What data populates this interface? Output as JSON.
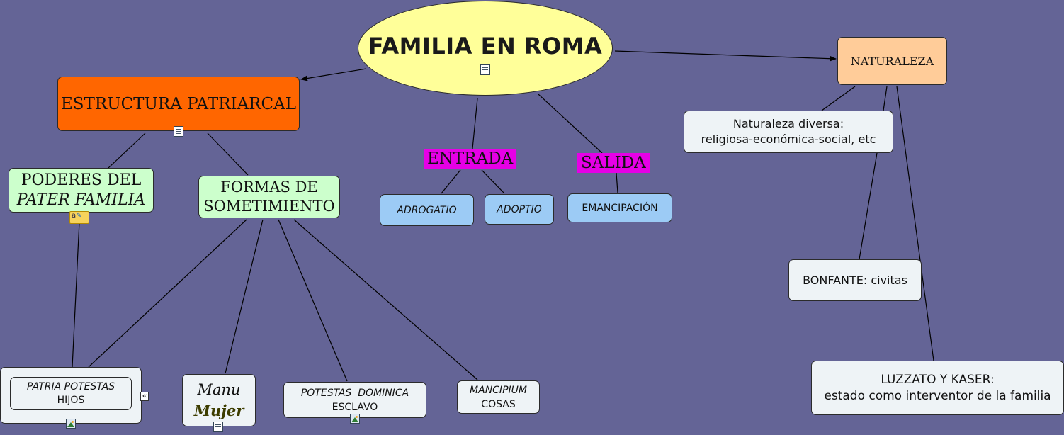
{
  "root": {
    "title": "FAMILIA EN ROMA",
    "icon": "document-icon"
  },
  "estructura": {
    "title": "ESTRUCTURA PATRIARCAL",
    "icon": "document-icon"
  },
  "poderes": {
    "line1": "PODERES DEL",
    "line2": "PATER FAMILIA",
    "icon": "note-icon"
  },
  "formas": {
    "line1": "FORMAS DE",
    "line2": "SOMETIMIENTO"
  },
  "patria": {
    "line1": "PATRIA POTESTAS",
    "line2": "HIJOS",
    "icon": "image-icon",
    "collapse": "«"
  },
  "manu": {
    "line1": "Manu",
    "line2": "Mujer",
    "icon": "document-icon"
  },
  "dominica": {
    "line1": "POTESTAS  DOMINICA",
    "line2": "ESCLAVO",
    "icon": "image-icon"
  },
  "mancipium": {
    "line1": "MANCIPIUM",
    "line2": "COSAS"
  },
  "entrada": {
    "label": "ENTRADA"
  },
  "salida": {
    "label": "SALIDA"
  },
  "adrogatio": {
    "text": "ADROGATIO"
  },
  "adoptio": {
    "text": "ADOPTIO"
  },
  "emancipacion": {
    "text": "EMANCIPACIÓN"
  },
  "naturaleza": {
    "title": "NATURALEZA"
  },
  "diversa": {
    "line1": "Naturaleza diversa:",
    "line2": "religiosa-económica-social, etc"
  },
  "bonfante": {
    "text": "BONFANTE: civitas"
  },
  "luzzato": {
    "line1": "LUZZATO Y KASER:",
    "line2": "estado como interventor de la familia"
  },
  "colors": {
    "background": "#646496",
    "root": "#ffff99",
    "estructura": "#ff6600",
    "green": "#ccffcc",
    "naturaleza": "#ffcc99",
    "label": "#e600e6",
    "blue": "#9ccbf5",
    "pale": "#eef3f6"
  }
}
